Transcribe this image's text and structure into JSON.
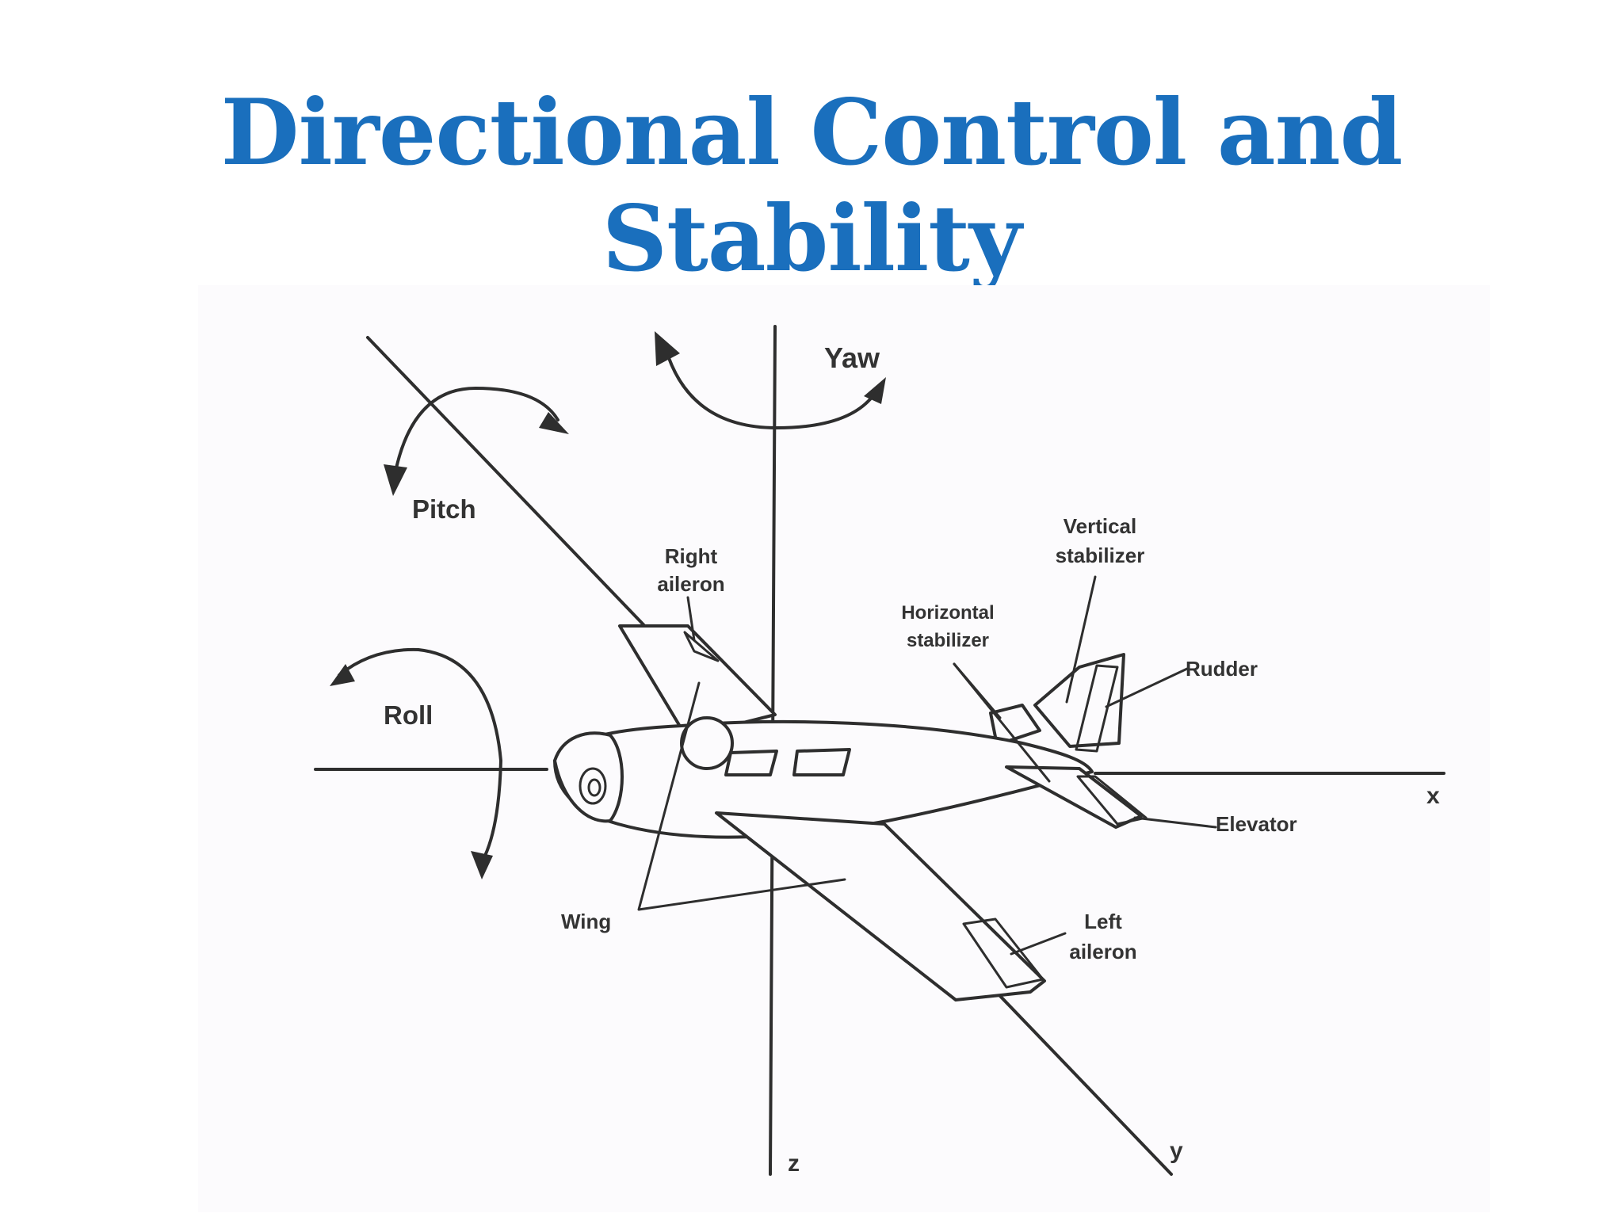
{
  "title": "Directional Control and Stability",
  "labels": {
    "yaw": "Yaw",
    "pitch": "Pitch",
    "roll": "Roll",
    "right_aileron_1": "Right",
    "right_aileron_2": "aileron",
    "vertical_stabilizer_1": "Vertical",
    "vertical_stabilizer_2": "stabilizer",
    "horizontal_stabilizer_1": "Horizontal",
    "horizontal_stabilizer_2": "stabilizer",
    "rudder": "Rudder",
    "elevator": "Elevator",
    "wing": "Wing",
    "left_aileron_1": "Left",
    "left_aileron_2": "aileron",
    "axis_x": "x",
    "axis_y": "y",
    "axis_z": "z"
  },
  "colors": {
    "title": "#1a6fbd",
    "line": "#2e2e2e",
    "text": "#333333",
    "panel": "#fcfbfd"
  }
}
